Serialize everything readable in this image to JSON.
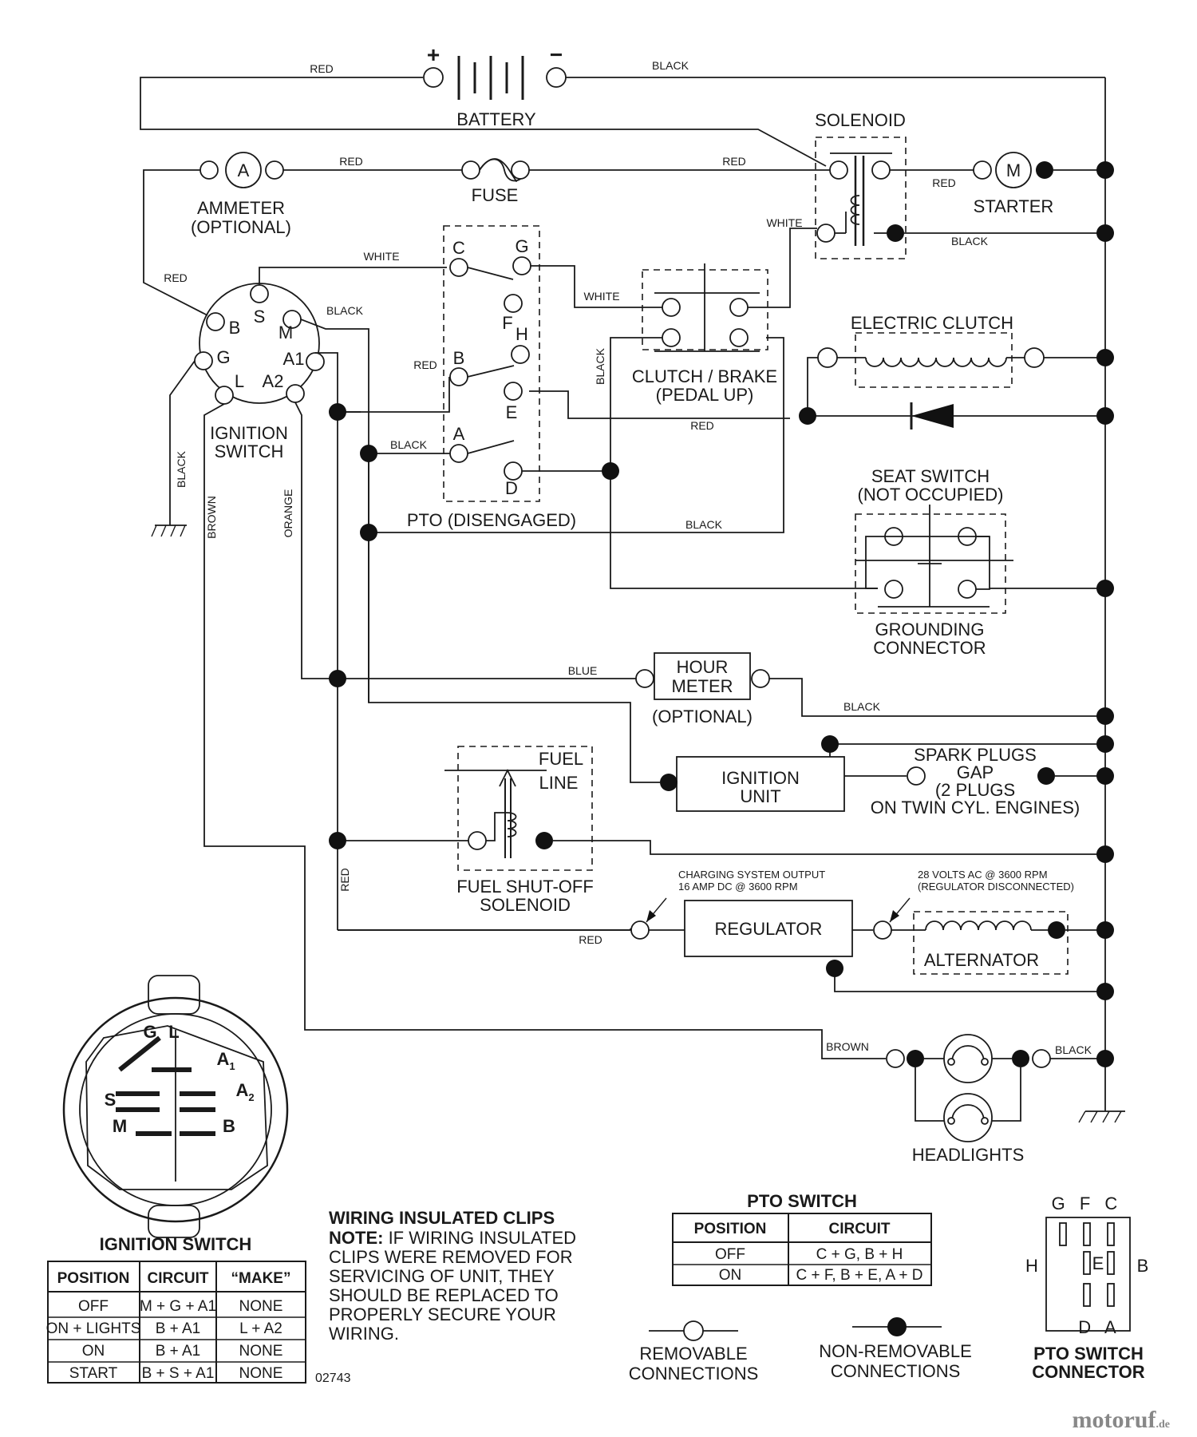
{
  "components": {
    "battery": "BATTERY",
    "battery_plus": "+",
    "battery_minus": "−",
    "solenoid": "SOLENOID",
    "ammeter_l1": "AMMETER",
    "ammeter_l2": "(OPTIONAL)",
    "ammeter_symbol": "A",
    "fuse": "FUSE",
    "starter": "STARTER",
    "starter_symbol": "M",
    "clutch_brake_l1": "CLUTCH / BRAKE",
    "clutch_brake_l2": "(PEDAL UP)",
    "electric_clutch": "ELECTRIC CLUTCH",
    "ignition_switch_l1": "IGNITION",
    "ignition_switch_l2": "SWITCH",
    "pto": "PTO (DISENGAGED)",
    "seat_switch_l1": "SEAT SWITCH",
    "seat_switch_l2": "(NOT OCCUPIED)",
    "grounding_l1": "GROUNDING",
    "grounding_l2": "CONNECTOR",
    "hour_meter_l1": "HOUR",
    "hour_meter_l2": "METER",
    "hour_meter_l3": "(OPTIONAL)",
    "ignition_unit_l1": "IGNITION",
    "ignition_unit_l2": "UNIT",
    "spark_l1": "SPARK PLUGS",
    "spark_l2": "GAP",
    "spark_l3": "(2 PLUGS",
    "spark_l4": "ON TWIN CYL. ENGINES)",
    "fuel_line_l1": "FUEL",
    "fuel_line_l2": "LINE",
    "fuel_sol_l1": "FUEL SHUT-OFF",
    "fuel_sol_l2": "SOLENOID",
    "charging_l1": "CHARGING SYSTEM OUTPUT",
    "charging_l2": "16 AMP DC @ 3600 RPM",
    "regulator": "REGULATOR",
    "ac_l1": "28 VOLTS AC @ 3600 RPM",
    "ac_l2": "(REGULATOR DISCONNECTED)",
    "alternator": "ALTERNATOR",
    "headlights": "HEADLIGHTS"
  },
  "ign_terminals": {
    "b": "B",
    "s": "S",
    "m": "M",
    "g": "G",
    "a1": "A1",
    "l": "L",
    "a2": "A2"
  },
  "pto_terminals": {
    "c": "C",
    "g": "G",
    "f": "F",
    "h": "H",
    "b": "B",
    "e": "E",
    "a": "A",
    "d": "D"
  },
  "wires": {
    "red": "RED",
    "black": "BLACK",
    "white": "WHITE",
    "blue": "BLUE",
    "brown": "BROWN",
    "orange": "ORANGE"
  },
  "ign_connector_pins": {
    "g": "G",
    "l": "L",
    "a": "A",
    "a1_sub": "1",
    "a2_sub": "2",
    "s": "S",
    "m": "M",
    "b": "B"
  },
  "ignition_table": {
    "title": "IGNITION SWITCH",
    "headers": [
      "POSITION",
      "CIRCUIT",
      "“MAKE”"
    ],
    "rows": [
      [
        "OFF",
        "M + G + A1",
        "NONE"
      ],
      [
        "ON + LIGHTS",
        "B + A1",
        "L + A2"
      ],
      [
        "ON",
        "B + A1",
        "NONE"
      ],
      [
        "START",
        "B + S + A1",
        "NONE"
      ]
    ]
  },
  "clips_note": {
    "title": "WIRING INSULATED CLIPS",
    "note_label": "NOTE:",
    "line1": " IF WIRING INSULATED",
    "line2": "CLIPS WERE REMOVED FOR",
    "line3": "SERVICING OF UNIT, THEY",
    "line4": "SHOULD BE REPLACED TO",
    "line5": "PROPERLY SECURE YOUR",
    "line6": "WIRING."
  },
  "part_number": "02743",
  "pto_table": {
    "title": "PTO SWITCH",
    "headers": [
      "POSITION",
      "CIRCUIT"
    ],
    "rows": [
      [
        "OFF",
        "C + G, B + H"
      ],
      [
        "ON",
        "C + F, B + E, A + D"
      ]
    ]
  },
  "legend": {
    "removable_l1": "REMOVABLE",
    "removable_l2": "CONNECTIONS",
    "non_removable_l1": "NON-REMOVABLE",
    "non_removable_l2": "CONNECTIONS"
  },
  "pto_connector": {
    "title_l1": "PTO SWITCH",
    "title_l2": "CONNECTOR",
    "top": "G F C",
    "h": "H",
    "e": "E",
    "b": "B",
    "bottom": "D A"
  },
  "watermark": {
    "main": "motoruf",
    "suffix": ".de"
  }
}
